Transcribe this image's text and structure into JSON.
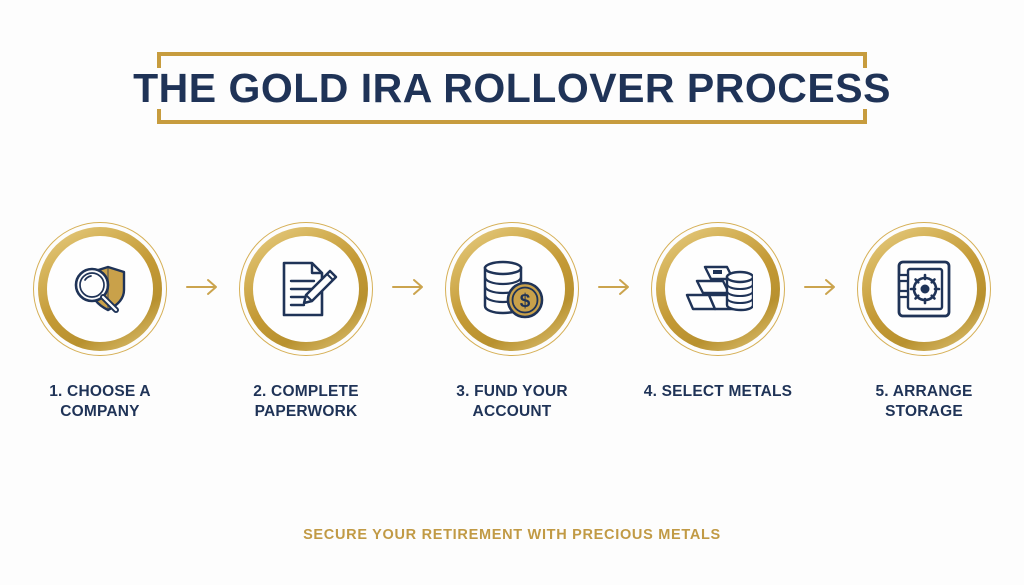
{
  "header": {
    "title": "THE GOLD IRA ROLLOVER PROCESS"
  },
  "footer": {
    "tagline": "SECURE YOUR RETIREMENT WITH PRECIOUS METALS"
  },
  "colors": {
    "navy": "#1f3357",
    "gold": "#c49a36",
    "gold_light": "#e8cf8a",
    "gold_dark": "#b8912f",
    "tagline_gold": "#c19a45",
    "background": "#fdfdfd"
  },
  "steps": [
    {
      "number": "1",
      "label": "1. CHOOSE A COMPANY",
      "icon": "magnifier-shield-icon"
    },
    {
      "number": "2",
      "label": "2. COMPLETE PAPERWORK",
      "icon": "document-pen-icon"
    },
    {
      "number": "3",
      "label": "3. FUND YOUR ACCOUNT",
      "icon": "coin-stack-dollar-icon"
    },
    {
      "number": "4",
      "label": "4. SELECT METALS",
      "icon": "gold-bars-coins-icon"
    },
    {
      "number": "5",
      "label": "5. ARRANGE STORAGE",
      "icon": "safe-vault-icon"
    }
  ],
  "connectors": [
    {
      "icon": "arrow-right-icon"
    },
    {
      "icon": "arrow-right-icon"
    },
    {
      "icon": "arrow-right-icon"
    },
    {
      "icon": "arrow-right-icon"
    }
  ]
}
